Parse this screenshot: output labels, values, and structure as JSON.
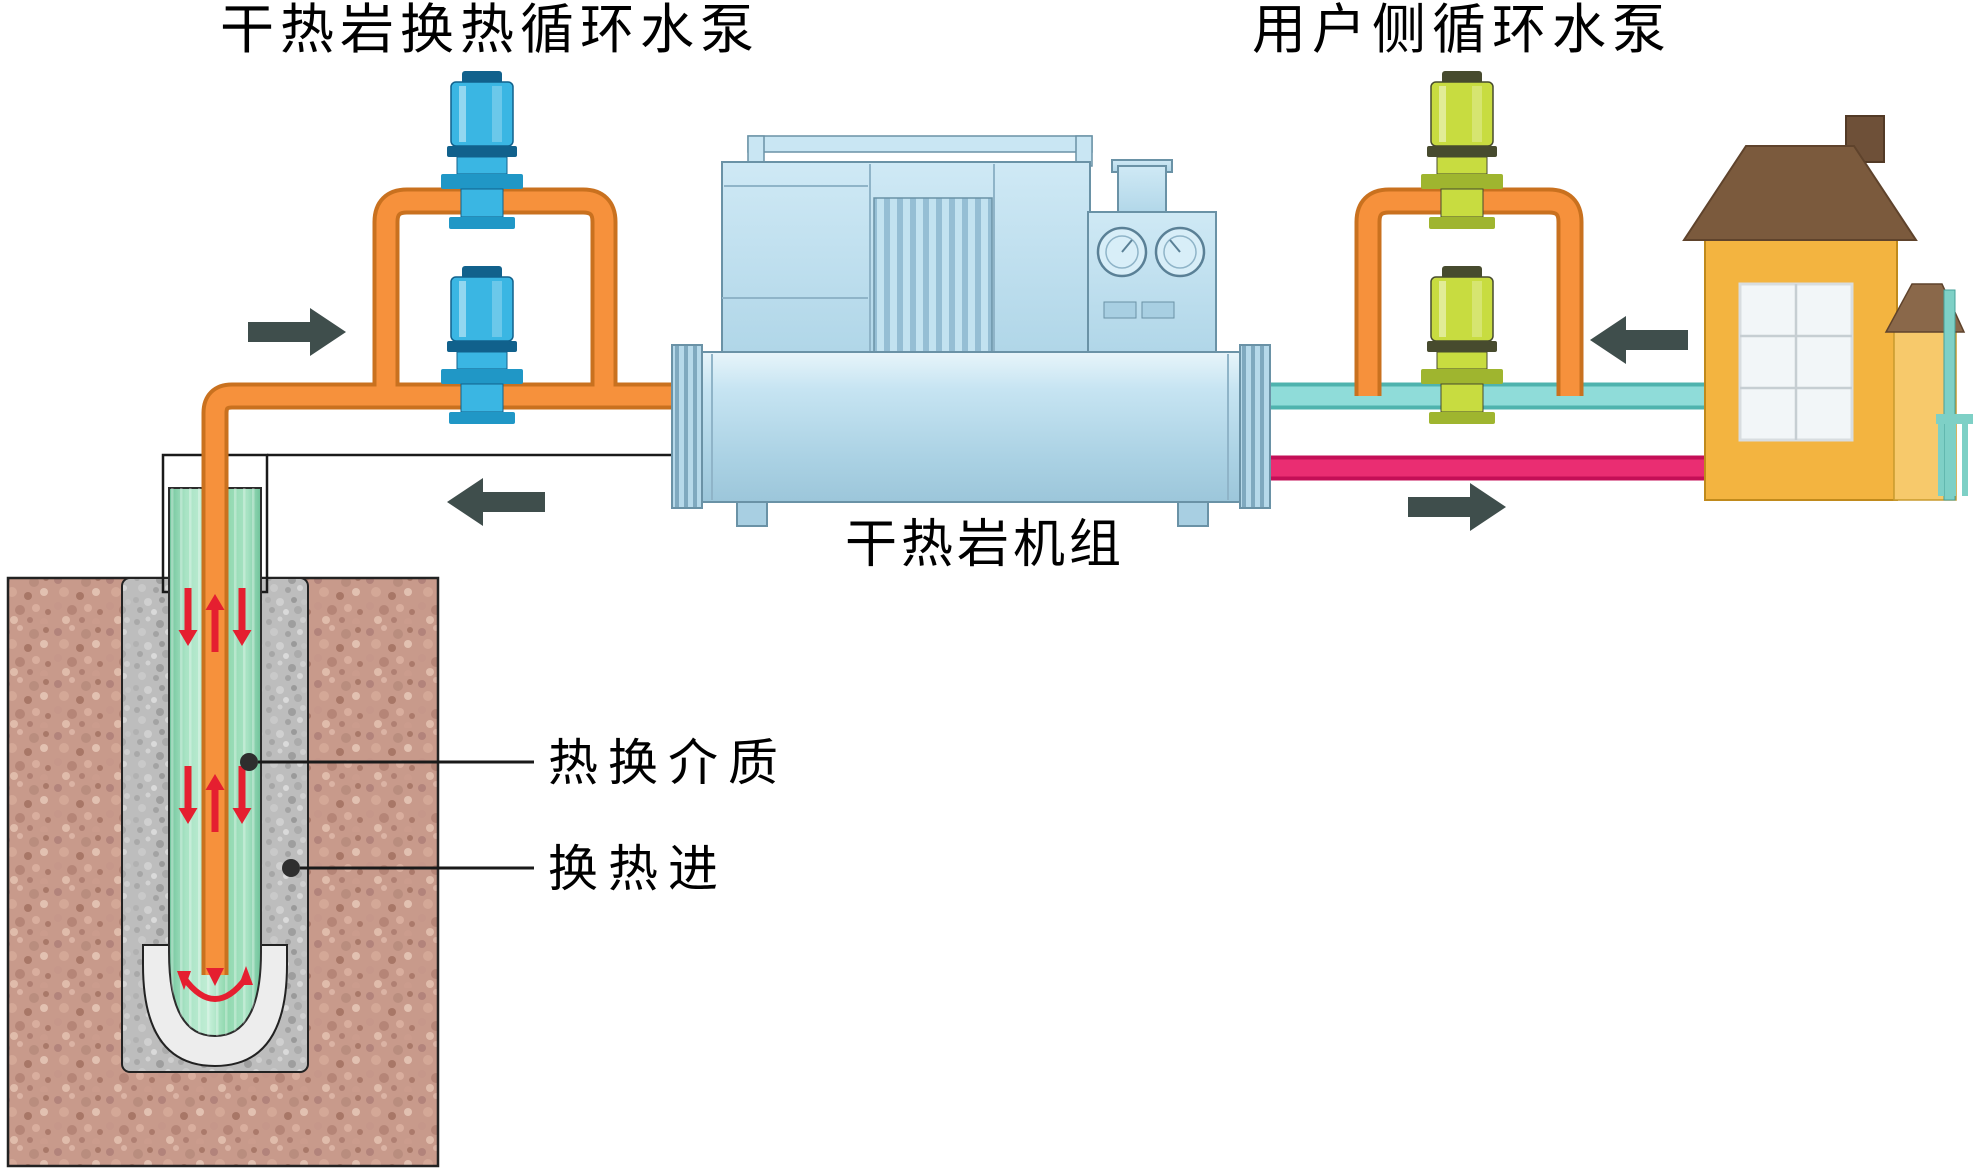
{
  "labels": {
    "left_pumps_title": "干热岩换热循环水泵",
    "right_pumps_title": "用户侧循环水泵",
    "unit_caption": "干热岩机组",
    "callout_fluid": "热换介质",
    "callout_well": "换热进"
  },
  "colors": {
    "pipe_orange": "#F6913C",
    "pipe_orange_edge": "#C9711F",
    "pipe_cyan": "#8FDCD9",
    "pipe_cyan_edge": "#4FB3AE",
    "pipe_pink": "#EA2D72",
    "pipe_pink_edge": "#C40F57",
    "pump_left_body": "#3AB6E3",
    "pump_right_body": "#C8DC40",
    "unit_body": "#BCDDEF",
    "ground_soil": "#C89A8B",
    "borehole_fill": "#BDBDBD",
    "well_fluid": "#8FD8AE",
    "flow_arrow_dark": "#3F4E4C",
    "flow_arrow_red": "#E51F30",
    "house_wall": "#F3B440",
    "house_roof": "#7B5A3D"
  },
  "flow_arrows": [
    {
      "id": "to-left-loop",
      "direction": "right"
    },
    {
      "id": "return-to-well",
      "direction": "left"
    },
    {
      "id": "user-return",
      "direction": "left"
    },
    {
      "id": "user-supply",
      "direction": "right"
    }
  ]
}
